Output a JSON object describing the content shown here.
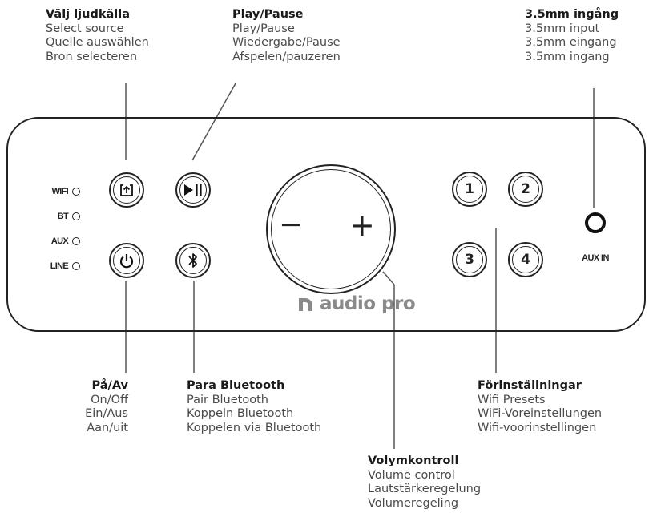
{
  "callouts": {
    "source": {
      "title": "Välj ljudkälla",
      "lines": [
        "Select source",
        "Quelle auswählen",
        "Bron selecteren"
      ]
    },
    "play": {
      "title": "Play/Pause",
      "lines": [
        "Play/Pause",
        "Wiedergabe/Pause",
        "Afspelen/pauzeren"
      ]
    },
    "input": {
      "title": "3.5mm ingång",
      "lines": [
        "3.5mm input",
        "3.5mm eingang",
        "3.5mm ingang"
      ]
    },
    "power": {
      "title": "På/Av",
      "lines": [
        "On/Off",
        "Ein/Aus",
        "Aan/uit"
      ]
    },
    "bluetooth": {
      "title": "Para Bluetooth",
      "lines": [
        "Pair Bluetooth",
        "Koppeln Bluetooth",
        "Koppelen via Bluetooth"
      ]
    },
    "presets": {
      "title": "Förinställningar",
      "lines": [
        "Wifi Presets",
        "WiFi-Voreinstellungen",
        "Wifi-voorinstellingen"
      ]
    },
    "volume": {
      "title": "Volymkontroll",
      "lines": [
        "Volume control",
        "Lautstärkeregelung",
        "Volumeregeling"
      ]
    }
  },
  "device": {
    "indicators": [
      "WIFI",
      "BT",
      "AUX",
      "LINE"
    ],
    "presets": [
      "1",
      "2",
      "3",
      "4"
    ],
    "aux_label": "AUX IN",
    "knob": {
      "minus": "−",
      "plus": "+"
    },
    "brand": "audio pro"
  },
  "colors": {
    "line": "#222222",
    "brand": "#8a8a8a",
    "caption": "#4a4a4a"
  }
}
